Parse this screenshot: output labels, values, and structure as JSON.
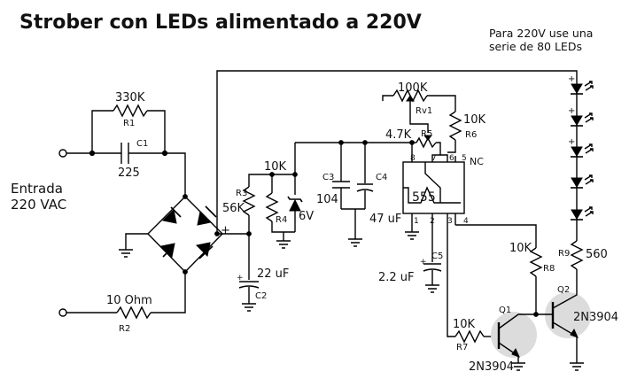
{
  "title": "Strober con LEDs alimentado a 220V",
  "note": [
    "Para 220V use una",
    "serie de 80 LEDs"
  ],
  "input_label": [
    "Entrada",
    "220 VAC"
  ],
  "components": {
    "r1_value": "330K",
    "r1_ref": "R1",
    "c1_ref": "C1",
    "c1_value": "225",
    "r2_value": "10 Ohm",
    "r2_ref": "R2",
    "plus": "+",
    "r3_ref": "R3",
    "r3_value": "56K",
    "c2_value": "22 uF",
    "c2_ref": "C2",
    "r4_value": "10K",
    "r4_ref": "R4",
    "zener_value": "6V",
    "c3_ref": "C3",
    "c3_value": "104",
    "c4_ref": "C4",
    "c4_value": "47 uF",
    "rv1_value": "100K",
    "rv1_ref": "Rv1",
    "r5_value": "4.7K",
    "r5_ref": "R5",
    "r6_value": "10K",
    "r6_ref": "R6",
    "ic_label": "555",
    "pin8": "8",
    "pin7": "7",
    "pin6": "6",
    "pin5": "5",
    "nc": "NC",
    "pin1": "1",
    "pin2": "2",
    "pin3": "3",
    "pin4": "4",
    "c5_ref": "C5",
    "c5_value": "2.2 uF",
    "r8_value": "10K",
    "r8_ref": "R8",
    "r7_value": "10K",
    "r7_ref": "R7",
    "q1_ref": "Q1",
    "q1_part": "2N3904",
    "q2_ref": "Q2",
    "q2_part": "2N3904",
    "r9_ref": "R9",
    "r9_value": "560",
    "led_plus": "+"
  }
}
